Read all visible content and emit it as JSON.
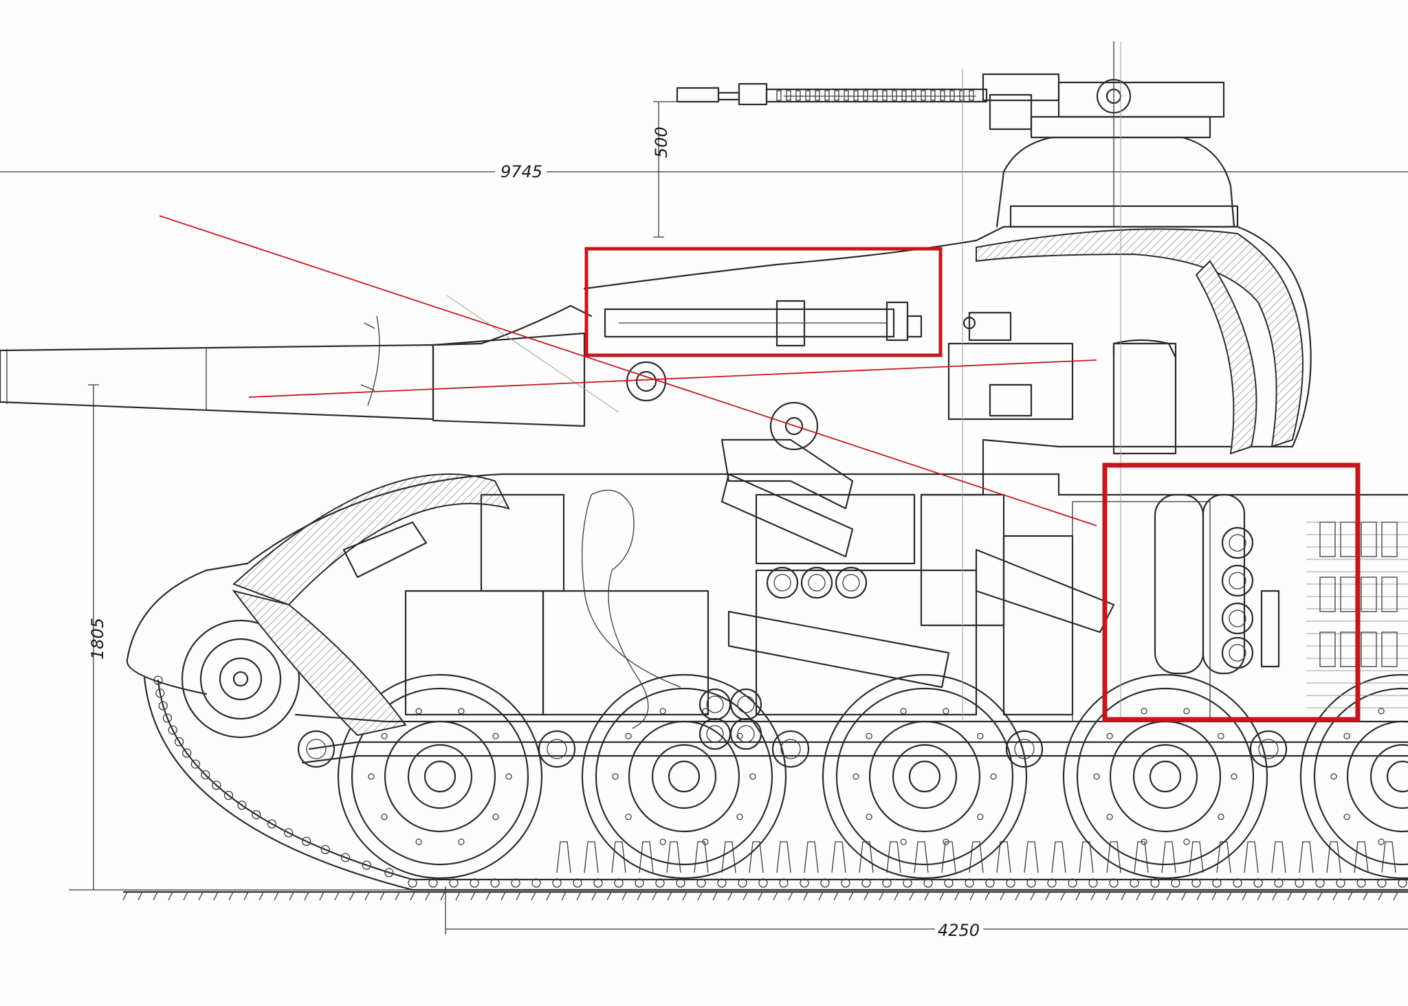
{
  "dimensions": {
    "overall_length": "9745",
    "hull_height": "1805",
    "track_contact_length": "4250",
    "mg_mount_height": "500"
  },
  "annotations": {
    "highlight_color": "#c4161c",
    "highlight_boxes": [
      "upper-turret-highlight",
      "ammo-rack-highlight"
    ]
  }
}
